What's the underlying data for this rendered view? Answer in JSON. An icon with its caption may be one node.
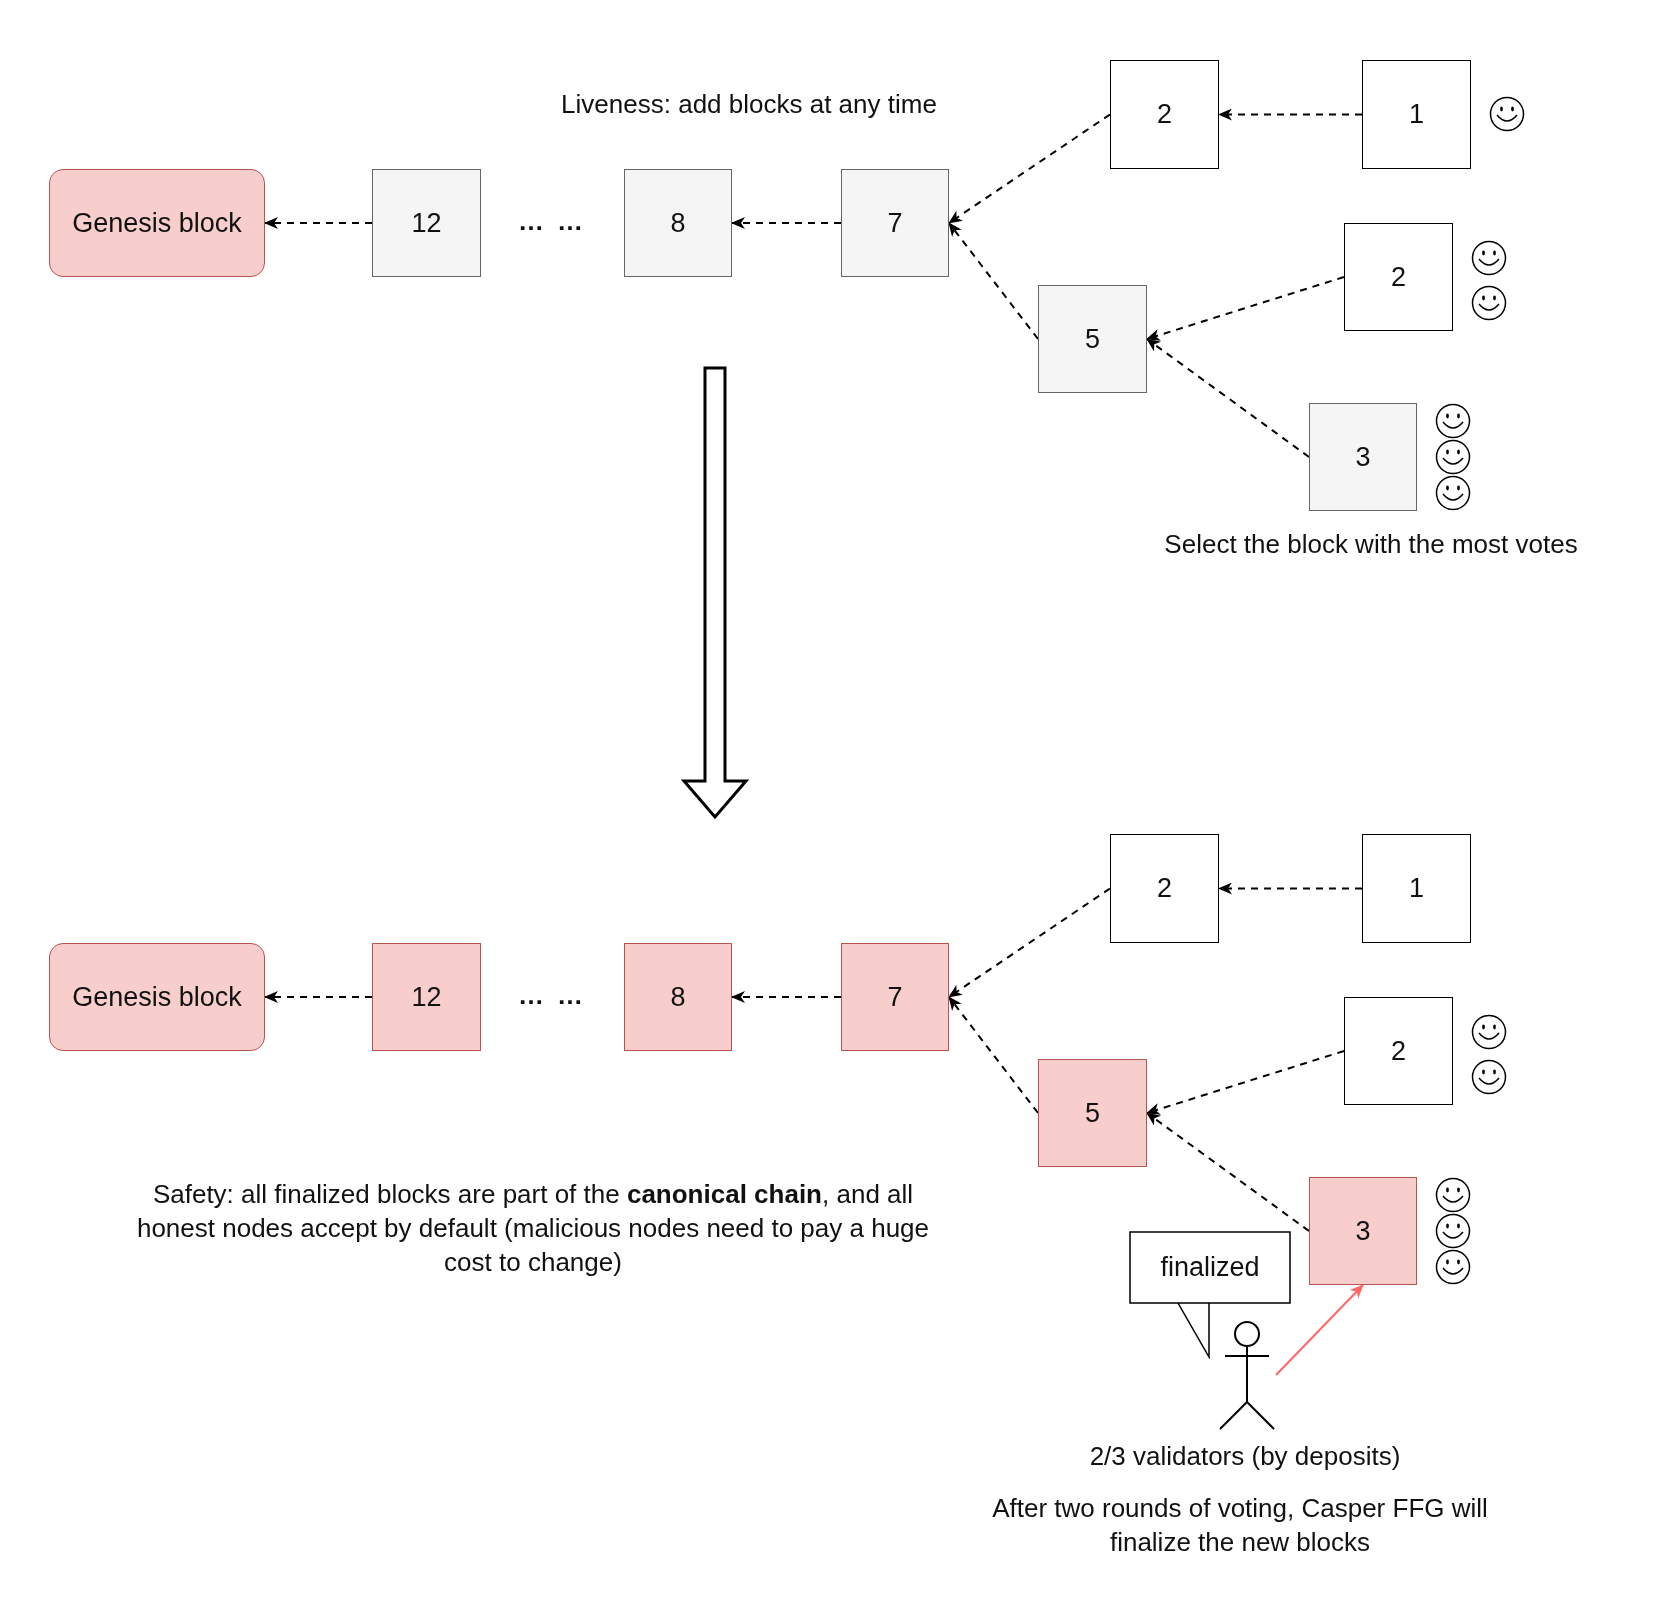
{
  "diagram": {
    "nodes": [
      {
        "text": [
          "Genesis block"
        ]
      },
      {
        "text": [
          "12"
        ]
      },
      {
        "text": [
          "8"
        ]
      },
      {
        "text": [
          "7"
        ]
      },
      {
        "text": [
          "2"
        ]
      },
      {
        "text": [
          "1"
        ]
      },
      {
        "text": [
          "5"
        ]
      },
      {
        "text": [
          "2"
        ]
      },
      {
        "text": [
          "3"
        ]
      },
      {
        "text": [
          "Genesis block"
        ]
      },
      {
        "text": [
          "12"
        ]
      },
      {
        "text": [
          "8"
        ]
      },
      {
        "text": [
          "7"
        ]
      },
      {
        "text": [
          "2"
        ]
      },
      {
        "text": [
          "1"
        ]
      },
      {
        "text": [
          "5"
        ]
      },
      {
        "text": [
          "2"
        ]
      },
      {
        "text": [
          "3"
        ]
      },
      {
        "text": [
          "finalized"
        ]
      },
      {
        "text": [],
        "shape": "person",
        "beside": [
          "2/3 validators (by deposits)"
        ]
      }
    ],
    "edges": [
      {
        "from": 1,
        "to": 0,
        "arrow": "to",
        "style": "dashed"
      },
      {
        "from": 3,
        "to": 2,
        "arrow": "to",
        "style": "dashed"
      },
      {
        "from": 4,
        "to": 3,
        "arrow": "to",
        "style": "dashed"
      },
      {
        "from": 5,
        "to": 4,
        "arrow": "to",
        "style": "dashed"
      },
      {
        "from": 6,
        "to": 3,
        "arrow": "to",
        "style": "dashed"
      },
      {
        "from": 7,
        "to": 6,
        "arrow": "to",
        "style": "dashed"
      },
      {
        "from": 8,
        "to": 6,
        "arrow": "to",
        "style": "dashed"
      },
      {
        "from": 10,
        "to": 9,
        "arrow": "to",
        "style": "dashed"
      },
      {
        "from": 12,
        "to": 11,
        "arrow": "to",
        "style": "dashed"
      },
      {
        "from": 13,
        "to": 12,
        "arrow": "to",
        "style": "dashed"
      },
      {
        "from": 14,
        "to": 13,
        "arrow": "to",
        "style": "dashed"
      },
      {
        "from": 15,
        "to": 12,
        "arrow": "to",
        "style": "dashed"
      },
      {
        "from": 16,
        "to": 15,
        "arrow": "to",
        "style": "dashed"
      },
      {
        "from": 17,
        "to": 15,
        "arrow": "to",
        "style": "dashed"
      },
      {
        "from": 19,
        "to": 17,
        "arrow": "to",
        "color": "#ff6666"
      }
    ],
    "labels": [
      "Liveness: add blocks at any time",
      "… …",
      "Select the block with the most votes",
      "… …",
      "Safety: all finalized blocks are part of the **canonical chain**, and all honest nodes accept by default (malicious nodes need to pay a huge cost to change)",
      "After two rounds of voting, Casper FFG will finalize the new blocks"
    ]
  }
}
